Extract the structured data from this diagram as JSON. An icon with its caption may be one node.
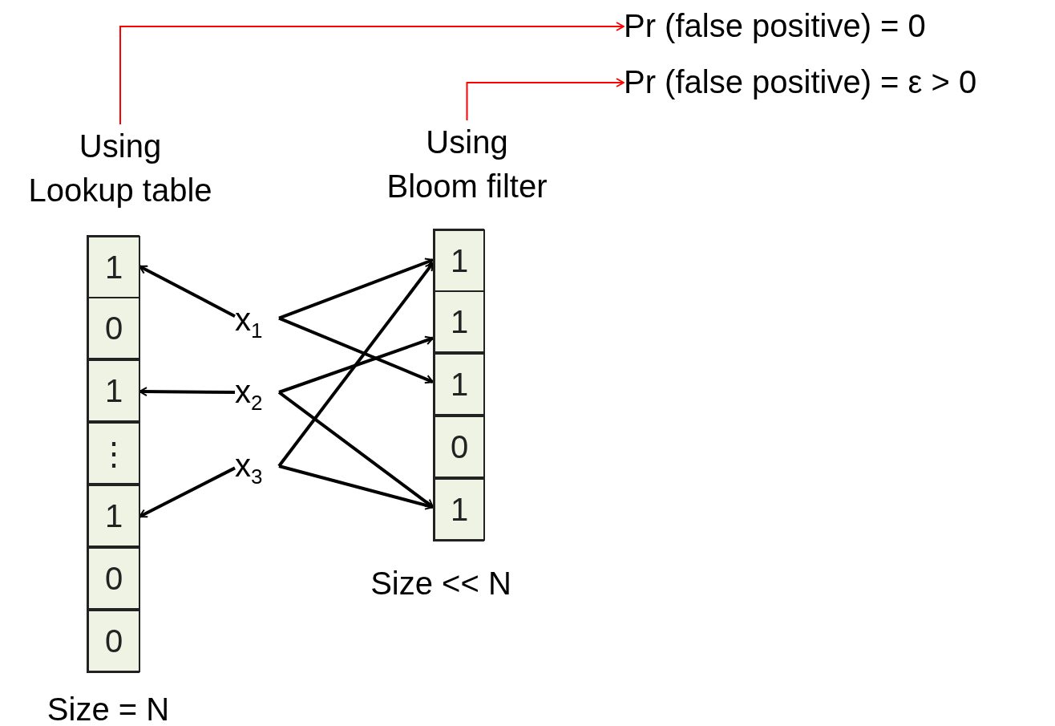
{
  "diagram": {
    "nodes": [
      {
        "text": [
          "Pr (false positive) = 0"
        ]
      },
      {
        "text": [
          "Pr (false positive) = ε > 0"
        ]
      },
      {
        "text": [
          "Using Lookup table"
        ]
      },
      {
        "text": [
          "Using Bloom filter"
        ]
      },
      {
        "text": [],
        "shape": "box",
        "beside": [
          "Size = N"
        ]
      },
      {
        "text": [
          "1"
        ],
        "in": 4
      },
      {
        "text": [
          "0"
        ],
        "in": 4
      },
      {
        "text": [
          "1"
        ],
        "in": 4
      },
      {
        "text": [
          "⋮"
        ],
        "in": 4
      },
      {
        "text": [
          "1"
        ],
        "in": 4
      },
      {
        "text": [
          "0"
        ],
        "in": 4
      },
      {
        "text": [
          "0"
        ],
        "in": 4
      },
      {
        "text": [],
        "shape": "box",
        "beside": [
          "Size << N"
        ]
      },
      {
        "text": [
          "1"
        ],
        "in": 12
      },
      {
        "text": [
          "1"
        ],
        "in": 12
      },
      {
        "text": [
          "1"
        ],
        "in": 12
      },
      {
        "text": [
          "0"
        ],
        "in": 12
      },
      {
        "text": [
          "1"
        ],
        "in": 12
      },
      {
        "text": [
          "x$_{1}$"
        ]
      },
      {
        "text": [
          "x$_{2}$"
        ]
      },
      {
        "text": [
          "x$_{3}$"
        ]
      }
    ],
    "edges": [
      {
        "from": 2,
        "to": 0,
        "arrow": "to",
        "color": "#ff0000"
      },
      {
        "from": 3,
        "to": 1,
        "arrow": "to",
        "color": "#ff0000"
      },
      {
        "from": 18,
        "to": 5,
        "arrow": "to"
      },
      {
        "from": 18,
        "to": 13,
        "arrow": "to"
      },
      {
        "from": 18,
        "to": 15,
        "arrow": "to"
      },
      {
        "from": 19,
        "to": 7,
        "arrow": "to"
      },
      {
        "from": 19,
        "to": 14,
        "arrow": "to"
      },
      {
        "from": 19,
        "to": 17,
        "arrow": "to"
      },
      {
        "from": 20,
        "to": 9,
        "arrow": "to"
      },
      {
        "from": 20,
        "to": 13,
        "arrow": "to"
      },
      {
        "from": 20,
        "to": 17,
        "arrow": "to"
      }
    ]
  }
}
